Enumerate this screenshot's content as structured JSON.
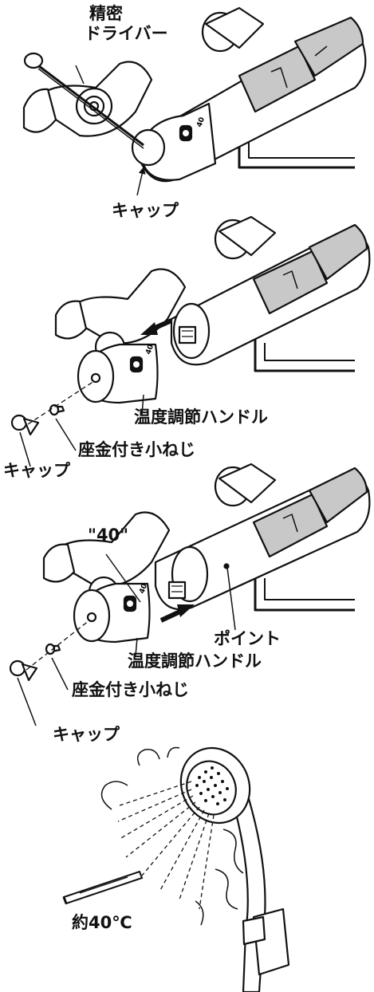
{
  "panel1": {
    "screwdriver_label_line1": "精密",
    "screwdriver_label_line2": "ドライバー",
    "cap_label": "キャップ",
    "dial_mark": "40"
  },
  "panel2": {
    "handle_label": "温度調節ハンドル",
    "screw_label": "座金付き小ねじ",
    "cap_label": "キャップ",
    "dial_mark": "40"
  },
  "panel3": {
    "mark_label": "\"40\"",
    "point_label": "ポイント",
    "handle_label": "温度調節ハンドル",
    "screw_label": "座金付き小ねじ",
    "cap_label": "キャップ",
    "dial_mark": "40"
  },
  "panel4": {
    "thermometer_label": "約40℃"
  },
  "colors": {
    "line": "#111111",
    "panel_gray": "#c8c8c8",
    "body_white": "#ffffff"
  },
  "icons": [
    "arrow-left-icon",
    "arrow-right-icon",
    "thermometer-icon",
    "shower-head-icon"
  ]
}
